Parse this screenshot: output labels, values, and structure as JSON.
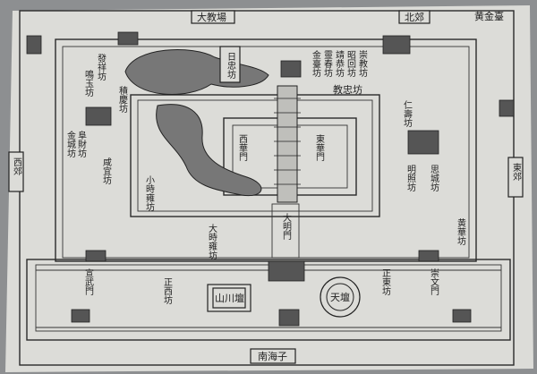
{
  "map": {
    "border_labels": {
      "top_left": "大教場",
      "top_right": "北郊",
      "top_corner": "黄金臺",
      "left": "西郊",
      "right": "東郊",
      "bottom": "南海子"
    },
    "palace_labels": {
      "west_gate": "西華門",
      "east_gate": "東華門",
      "front_gate": "大明門",
      "altar_left": "山川壇",
      "altar_right": "天壇",
      "upper_lake_ward": "日忠坊",
      "upper_ward": "教忠坊"
    },
    "ward_labels": [
      "金臺坊",
      "靈春坊",
      "崇教坊",
      "昭回坊",
      "靖恭坊",
      "發祥坊",
      "鳴玉坊",
      "積慶坊",
      "仁壽坊",
      "明照坊",
      "思城坊",
      "黄華坊",
      "阜財坊",
      "金城坊",
      "咸宜坊",
      "小時雍坊",
      "大時雍坊",
      "正西坊",
      "正東坊",
      "宣武門",
      "崇文門"
    ],
    "colors": {
      "paper": "#dcdcd8",
      "ink": "#222222",
      "background": "#8d8f91"
    }
  }
}
